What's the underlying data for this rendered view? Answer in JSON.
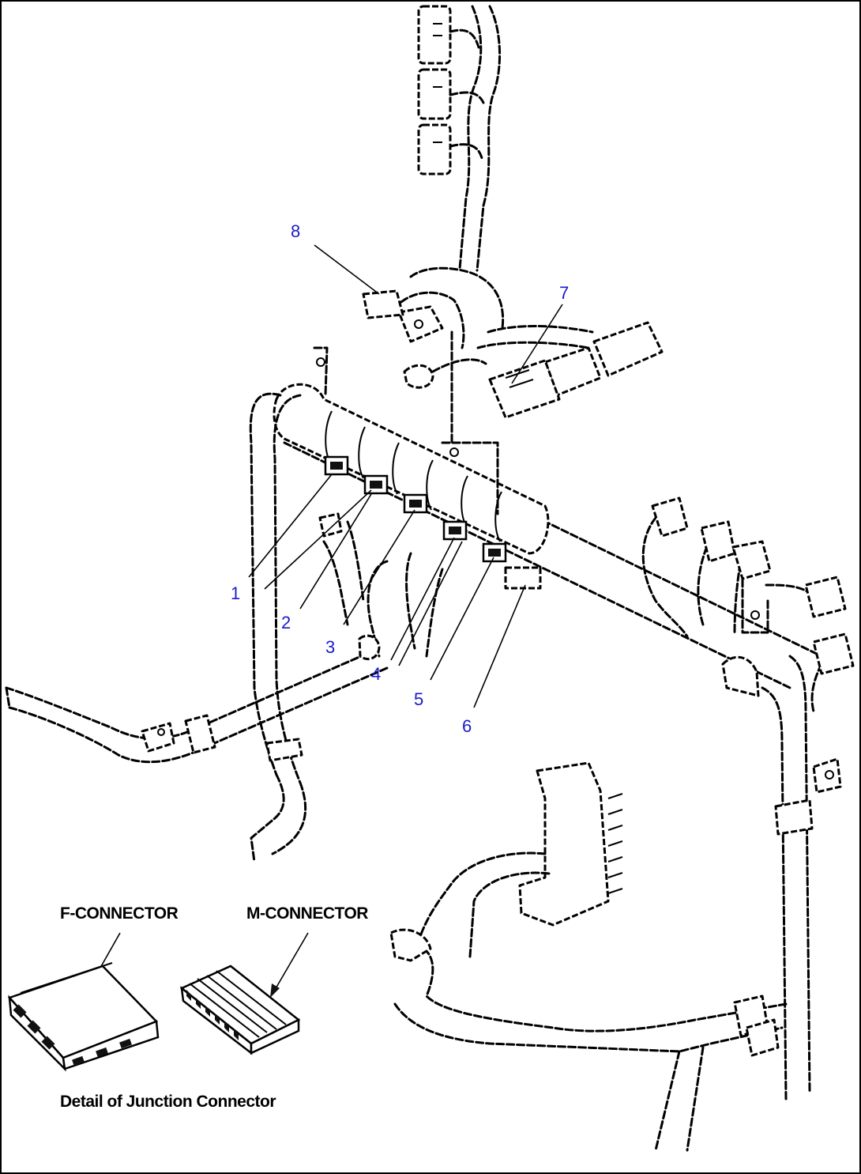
{
  "callouts": [
    {
      "id": "1",
      "text": "1"
    },
    {
      "id": "2",
      "text": "2"
    },
    {
      "id": "3",
      "text": "3"
    },
    {
      "id": "4",
      "text": "4"
    },
    {
      "id": "5",
      "text": "5"
    },
    {
      "id": "6",
      "text": "6"
    },
    {
      "id": "7",
      "text": "7"
    },
    {
      "id": "8",
      "text": "8"
    }
  ],
  "detail": {
    "f_connector_label": "F-CONNECTOR",
    "m_connector_label": "M-CONNECTOR",
    "caption": "Detail of Junction Connector"
  },
  "colors": {
    "callout": "#1a1acc",
    "line": "#000000",
    "background": "#ffffff"
  }
}
